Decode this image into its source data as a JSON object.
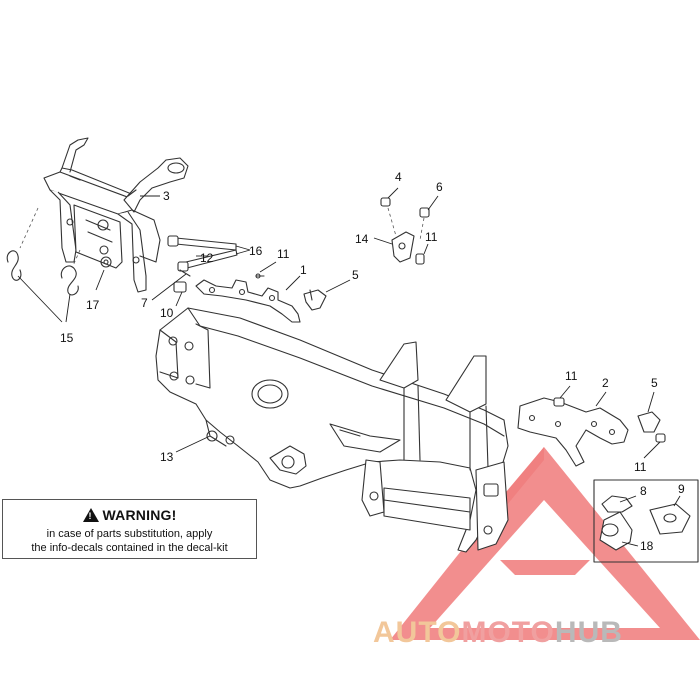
{
  "callouts": {
    "c1": "1",
    "c2": "2",
    "c3": "3",
    "c4": "4",
    "c5a": "5",
    "c5b": "5",
    "c6": "6",
    "c7": "7",
    "c8": "8",
    "c9": "9",
    "c10": "10",
    "c11a": "11",
    "c11b": "11",
    "c11c": "11",
    "c11d": "11",
    "c12": "12",
    "c13": "13",
    "c14": "14",
    "c15": "15",
    "c16": "16",
    "c17": "17",
    "c18": "18"
  },
  "warning": {
    "title": "WARNING!",
    "symbol": "!",
    "line1": "in case of parts substitution, apply",
    "line2": "the info-decals contained in the decal-kit"
  },
  "watermark": {
    "auto": "AUTO",
    "moto": "MOTO",
    "hub": "HUB",
    "colors": {
      "auto": "#f2c79a",
      "moto": "#f0a0a0",
      "hub": "#b9b9b9",
      "triangle": "#ee6b6b"
    }
  }
}
